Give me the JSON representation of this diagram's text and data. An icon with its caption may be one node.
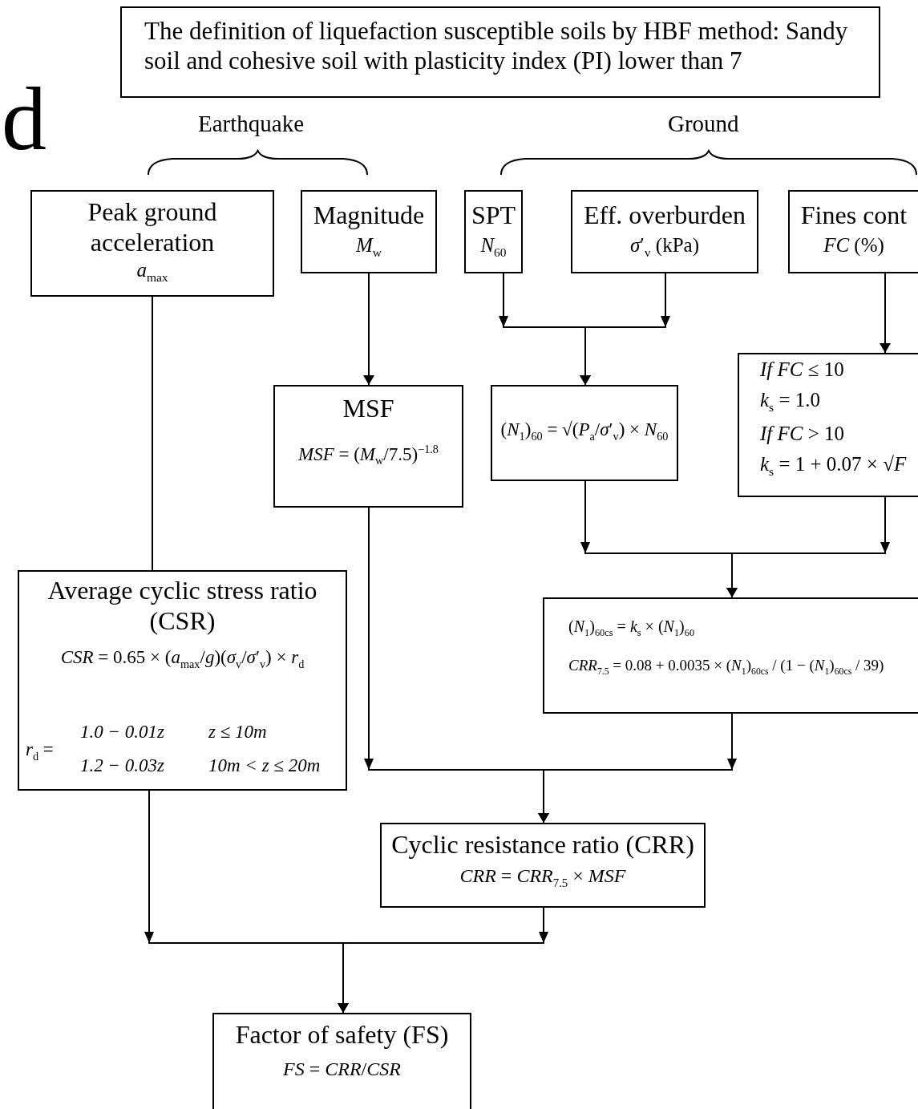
{
  "diagram": {
    "nodes": [
      {
        "text": [
          "The definition of liquefaction susceptible soils by HBF method: Sandy soil and cohesive soil with plasticity index (PI) lower than 7"
        ]
      },
      {
        "text": [
          "Peak ground acceleration",
          "*a*$_{max}$"
        ]
      },
      {
        "text": [
          "Magnitude",
          "*M*$_{w}$"
        ]
      },
      {
        "text": [
          "SPT",
          "*N*$_{60}$"
        ]
      },
      {
        "text": [
          "Eff. overburden",
          "*σ*′$_{v}$ (kPa)"
        ]
      },
      {
        "text": [
          "Fines cont",
          "*FC* (%)"
        ]
      },
      {
        "text": [
          "MSF",
          "*MSF* = (*M*$_{w}$/7.5)$^{−1.8}$"
        ]
      },
      {
        "text": [
          "(*N*$_{1}$)$_{60}$ = √(*P*$_{a}$/*σ*′$_{v}$) × *N*$_{60}$"
        ]
      },
      {
        "text": [
          "*If*   *FC* ≤ 10",
          "*k*$_{s}$ = 1.0",
          "*If*   *FC* > 10",
          "*k*$_{s}$ = 1 + 0.07 × √*F*"
        ]
      },
      {
        "text": [
          "Average cyclic stress ratio (CSR)",
          "*CSR* = 0.65 × (*a*$_{max}$/*g*)(*σ*$_{v}$/*σ*′$_{v}$) × *r*$_{d}$",
          "*r*$_{d}$ =",
          "1.0 − 0.01z",
          "z ≤ 10m",
          "1.2 − 0.03z",
          "10m < z ≤ 20m"
        ]
      },
      {
        "text": [
          "(*N*$_{1}$)$_{60cs}$ = *k*$_{s}$ × (*N*$_{1}$)$_{60}$",
          "*CRR*$_{7.5}$ = 0.08 + 0.0035 × (*N*$_{1}$)$_{60cs}$ / (1 − (*N*$_{1}$)$_{60cs}$ / 39)"
        ]
      },
      {
        "text": [
          "Cyclic resistance ratio (CRR)",
          "*CRR* = *CRR*$_{7.5}$ × *MSF*"
        ]
      },
      {
        "text": [
          "Factor of safety (FS)",
          "*FS* = *CRR*/*CSR*"
        ]
      }
    ],
    "edges": [
      {
        "from": 2,
        "to": 6,
        "arrow": "to"
      },
      {
        "from": 3,
        "to": 7,
        "arrow": "to"
      },
      {
        "from": 4,
        "to": 7,
        "arrow": "to"
      },
      {
        "from": 5,
        "to": 8,
        "arrow": "to"
      },
      {
        "from": 1,
        "to": 9,
        "arrow": "none"
      },
      {
        "from": 7,
        "to": 10,
        "arrow": "to"
      },
      {
        "from": 8,
        "to": 10,
        "arrow": "to"
      },
      {
        "from": 6,
        "to": 11,
        "arrow": "to"
      },
      {
        "from": 10,
        "to": 11,
        "arrow": "to"
      },
      {
        "from": 9,
        "to": 12,
        "arrow": "to"
      },
      {
        "from": 11,
        "to": 12,
        "arrow": "to"
      }
    ],
    "labels": [
      "d",
      "Earthquake",
      "Ground"
    ]
  }
}
